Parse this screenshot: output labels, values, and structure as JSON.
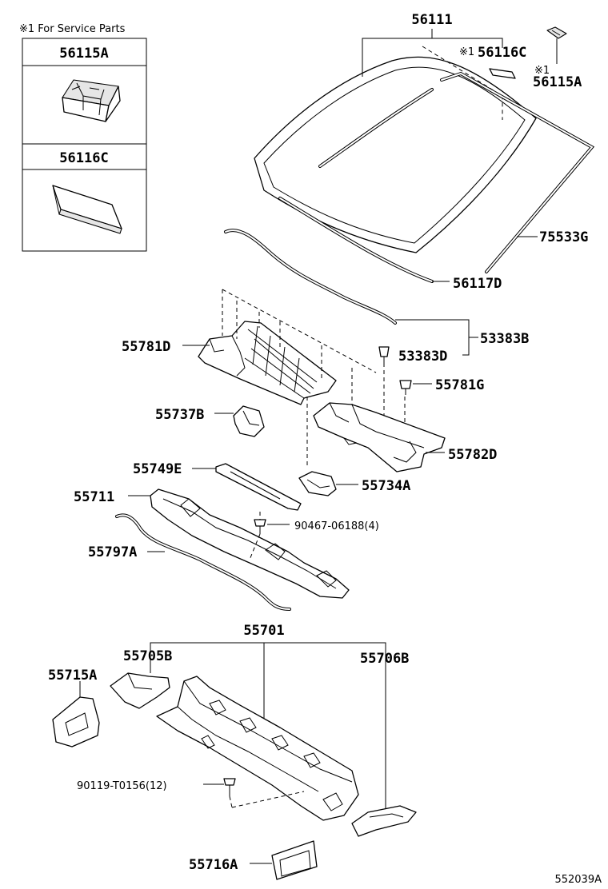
{
  "service_note": "※1 For Service Parts",
  "inset": {
    "part_a": "56115A",
    "part_b": "56116C"
  },
  "labels": {
    "windshield": "56111",
    "note_mark_1": "※1",
    "part_56116c": "56116C",
    "note_mark_2": "※1",
    "part_56115a": "56115A",
    "moulding_side": "75533G",
    "moulding_lower": "56117D",
    "seal_group": "53383B",
    "clip": "53383D",
    "louver_left": "55781D",
    "clip_g": "55781G",
    "bracket_b": "55737B",
    "louver_right": "55782D",
    "panel_e": "55749E",
    "cover_a": "55734A",
    "panel_main": "55711",
    "screw": "90467-06188(4)",
    "seal_a": "55797A",
    "cowl_assy": "55701",
    "bracket_left": "55705B",
    "bracket_right": "55706B",
    "side_left": "55715A",
    "bolt": "90119-T0156(12)",
    "plate": "55716A",
    "diagram_code": "552039A"
  },
  "colors": {
    "line": "#000000",
    "background": "#ffffff",
    "part_fill": "#e6e6e6"
  }
}
